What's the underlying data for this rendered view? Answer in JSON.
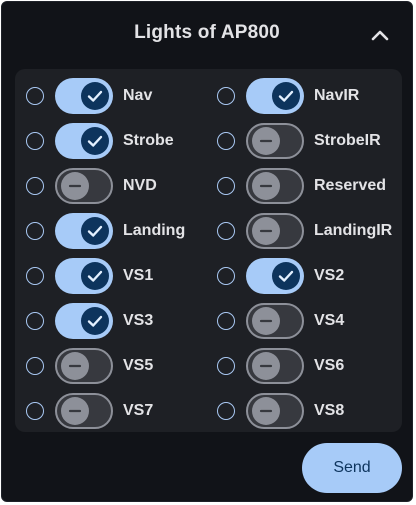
{
  "dialog": {
    "title": "Lights of AP800",
    "collapse_icon": "chevron-up-icon"
  },
  "lights": [
    {
      "label": "Nav",
      "enabled": true
    },
    {
      "label": "NavIR",
      "enabled": true
    },
    {
      "label": "Strobe",
      "enabled": true
    },
    {
      "label": "StrobeIR",
      "enabled": false
    },
    {
      "label": "NVD",
      "enabled": false
    },
    {
      "label": "Reserved",
      "enabled": false
    },
    {
      "label": "Landing",
      "enabled": true
    },
    {
      "label": "LandingIR",
      "enabled": false
    },
    {
      "label": "VS1",
      "enabled": true
    },
    {
      "label": "VS2",
      "enabled": true
    },
    {
      "label": "VS3",
      "enabled": true
    },
    {
      "label": "VS4",
      "enabled": false
    },
    {
      "label": "VS5",
      "enabled": false
    },
    {
      "label": "VS6",
      "enabled": false
    },
    {
      "label": "VS7",
      "enabled": false
    },
    {
      "label": "VS8",
      "enabled": false
    }
  ],
  "actions": {
    "send_label": "Send"
  },
  "colors": {
    "background": "#111318",
    "panel": "#1e2025",
    "accent": "#a7cbf8",
    "accent_dark": "#0d345d",
    "off_track": "#37393f",
    "off_outline": "#8d9099",
    "text": "#e3e3e6"
  }
}
